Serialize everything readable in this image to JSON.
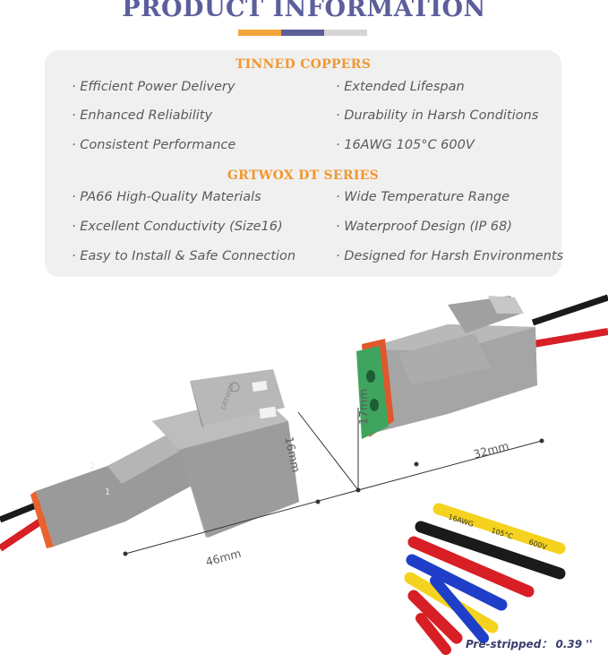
{
  "header": {
    "title": "PRODUCT INFORMATION"
  },
  "info": {
    "section1": {
      "heading": "TINNED COPPERS",
      "left": [
        "· Efficient Power Delivery",
        "· Enhanced Reliability",
        "· Consistent Performance"
      ],
      "right": [
        "· Extended Lifespan",
        "· Durability in Harsh Conditions",
        "· 16AWG 105°C 600V"
      ]
    },
    "section2": {
      "heading": "GRTWOX DT SERIES",
      "left": [
        "· PA66 High-Quality Materials",
        "· Excellent Conductivity (Size16)",
        "· Easy to Install & Safe Connection"
      ],
      "right": [
        "· Wide Temperature Range",
        "· Waterproof Design (IP 68)",
        "· Designed for Harsh Environments"
      ]
    }
  },
  "dimensions": {
    "height_male": "16mm",
    "height_female": "17mm",
    "length_female": "32mm",
    "length_male": "46mm"
  },
  "connector_markings": {
    "pin2": "2",
    "pin1": "1",
    "brand": "GRTWOX"
  },
  "wire_sleeve_text": {
    "gauge": "16AWG",
    "temp": "105°C",
    "voltage": "600V"
  },
  "footer": {
    "pre_stripped_label": "Pre-stripped：",
    "pre_stripped_value": "0.39 ''"
  },
  "colors": {
    "title": "#5c5f9c",
    "heading": "#f2972e",
    "connector_gray": "#9c9c9c",
    "seal_orange": "#e0572b",
    "wedge_green": "#3fa55e",
    "wire_red": "#d81f26",
    "wire_black": "#1a1a1a"
  }
}
